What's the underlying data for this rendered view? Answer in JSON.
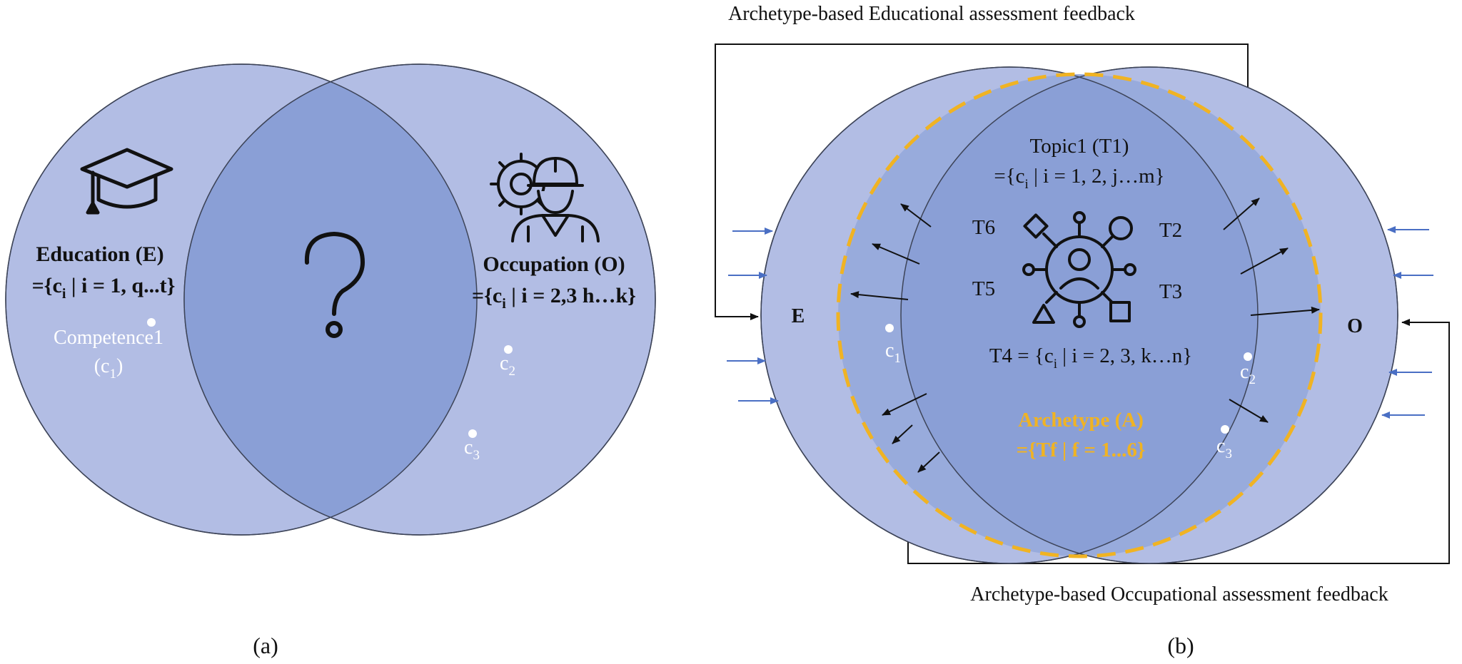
{
  "colors": {
    "circle_fill": "#b2bde4",
    "overlap_fill": "#8a9fd6",
    "outline": "#3d4458",
    "archetype_yellow": "#f0b323",
    "feedback_blue": "#4a6fc4",
    "white_text": "#ffffff"
  },
  "panel_a": {
    "caption": "(a)",
    "education_title": "Education (E)",
    "education_set_prefix": "={c",
    "education_set_sub": "i",
    "education_set_suffix": " | i = 1, q...t}",
    "occupation_title": "Occupation (O)",
    "occupation_set_prefix": "={c",
    "occupation_set_sub": "i",
    "occupation_set_suffix": " | i = 2,3 h…k}",
    "competence_label": "Competence1",
    "c1_open": "(c",
    "c1_sub": "1",
    "c1_close": ")",
    "c2_base": "c",
    "c2_sub": "2",
    "c3_base": "c",
    "c3_sub": "3",
    "icons": [
      "graduation-cap-icon",
      "question-mark-icon",
      "worker-gear-icon"
    ]
  },
  "panel_b": {
    "caption": "(b)",
    "top_feedback": "Archetype-based Educational assessment feedback",
    "bottom_feedback": "Archetype-based Occupational assessment feedback",
    "e_label": "E",
    "o_label": "O",
    "topic1_title": "Topic1 (T1)",
    "topic1_set_prefix": "={c",
    "topic1_set_sub": "i",
    "topic1_set_suffix": " | i = 1, 2, j…m}",
    "t2": "T2",
    "t3": "T3",
    "t5": "T5",
    "t6": "T6",
    "t4_prefix": "T4 = {c",
    "t4_sub": "i",
    "t4_suffix": " | i = 2, 3, k…n}",
    "archetype_title": "Archetype (A)",
    "archetype_set": "={Tf | f = 1...6}",
    "c1_base": "c",
    "c1_sub": "1",
    "c2_base": "c",
    "c2_sub": "2",
    "c3_base": "c",
    "c3_sub": "3",
    "icons": [
      "network-hub-icon"
    ]
  }
}
